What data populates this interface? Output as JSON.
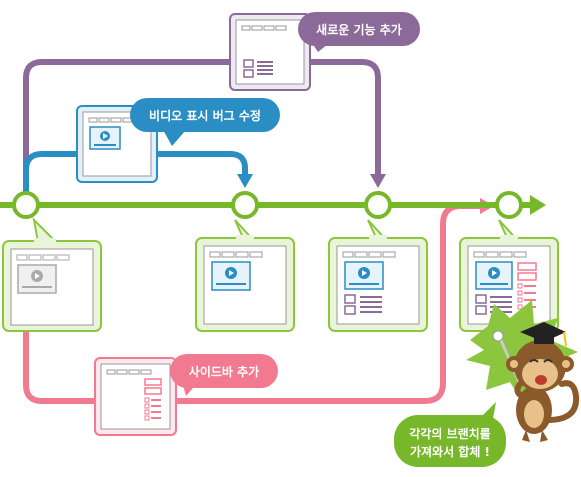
{
  "bubbles": {
    "new_feature": "새로운 기능 추가",
    "video_fix": "비디오 표시 버그 수정",
    "sidebar": "사이드바 추가",
    "merge_line1": "각각의 브랜치를",
    "merge_line2": "가져와서 합체 !"
  },
  "colors": {
    "main_branch": "#77b72a",
    "feature_branch": "#8b6a99",
    "bugfix_branch": "#2a8dc4",
    "sidebar_branch": "#f27a90",
    "commit_box_bg": "#e9f4d8",
    "commit_box_border": "#8cc63e"
  },
  "icons": {
    "commit": "circle-node",
    "page_mockup": "webpage-wireframe",
    "video": "play-icon",
    "mascot": "monkey-graduate"
  }
}
